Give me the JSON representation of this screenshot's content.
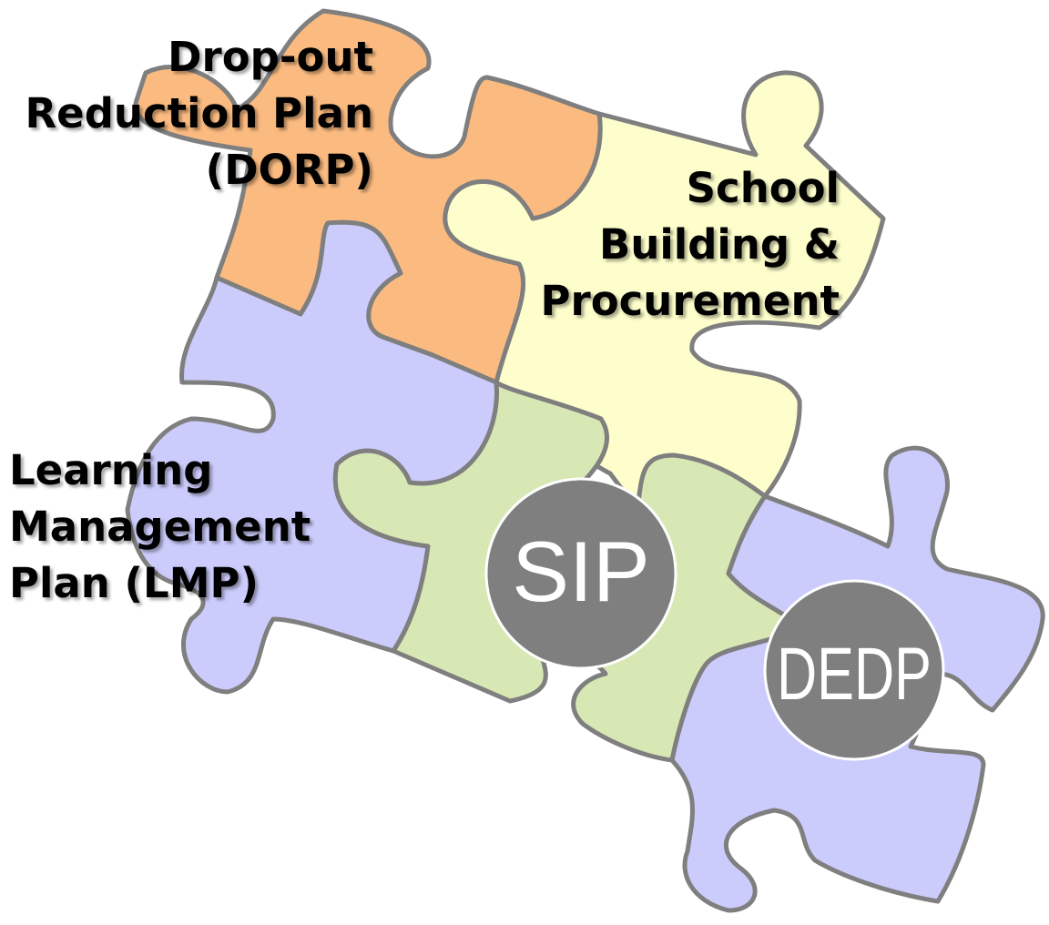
{
  "labels": {
    "dorp": [
      "Drop-out",
      "Reduction Plan",
      "(DORP)"
    ],
    "school": [
      "School",
      "Building &",
      "Procurement"
    ],
    "lmp": [
      "Learning",
      "Management",
      "Plan (LMP)"
    ]
  },
  "badges": {
    "sip": "SIP",
    "dedp": "DEDP"
  },
  "colors": {
    "orange": "#fbbb80",
    "yellow": "#fefecc",
    "lavender": "#ccccfc",
    "green": "#d8e8b4",
    "outline": "#7f7f7f",
    "badge": "#7f7f7f"
  }
}
